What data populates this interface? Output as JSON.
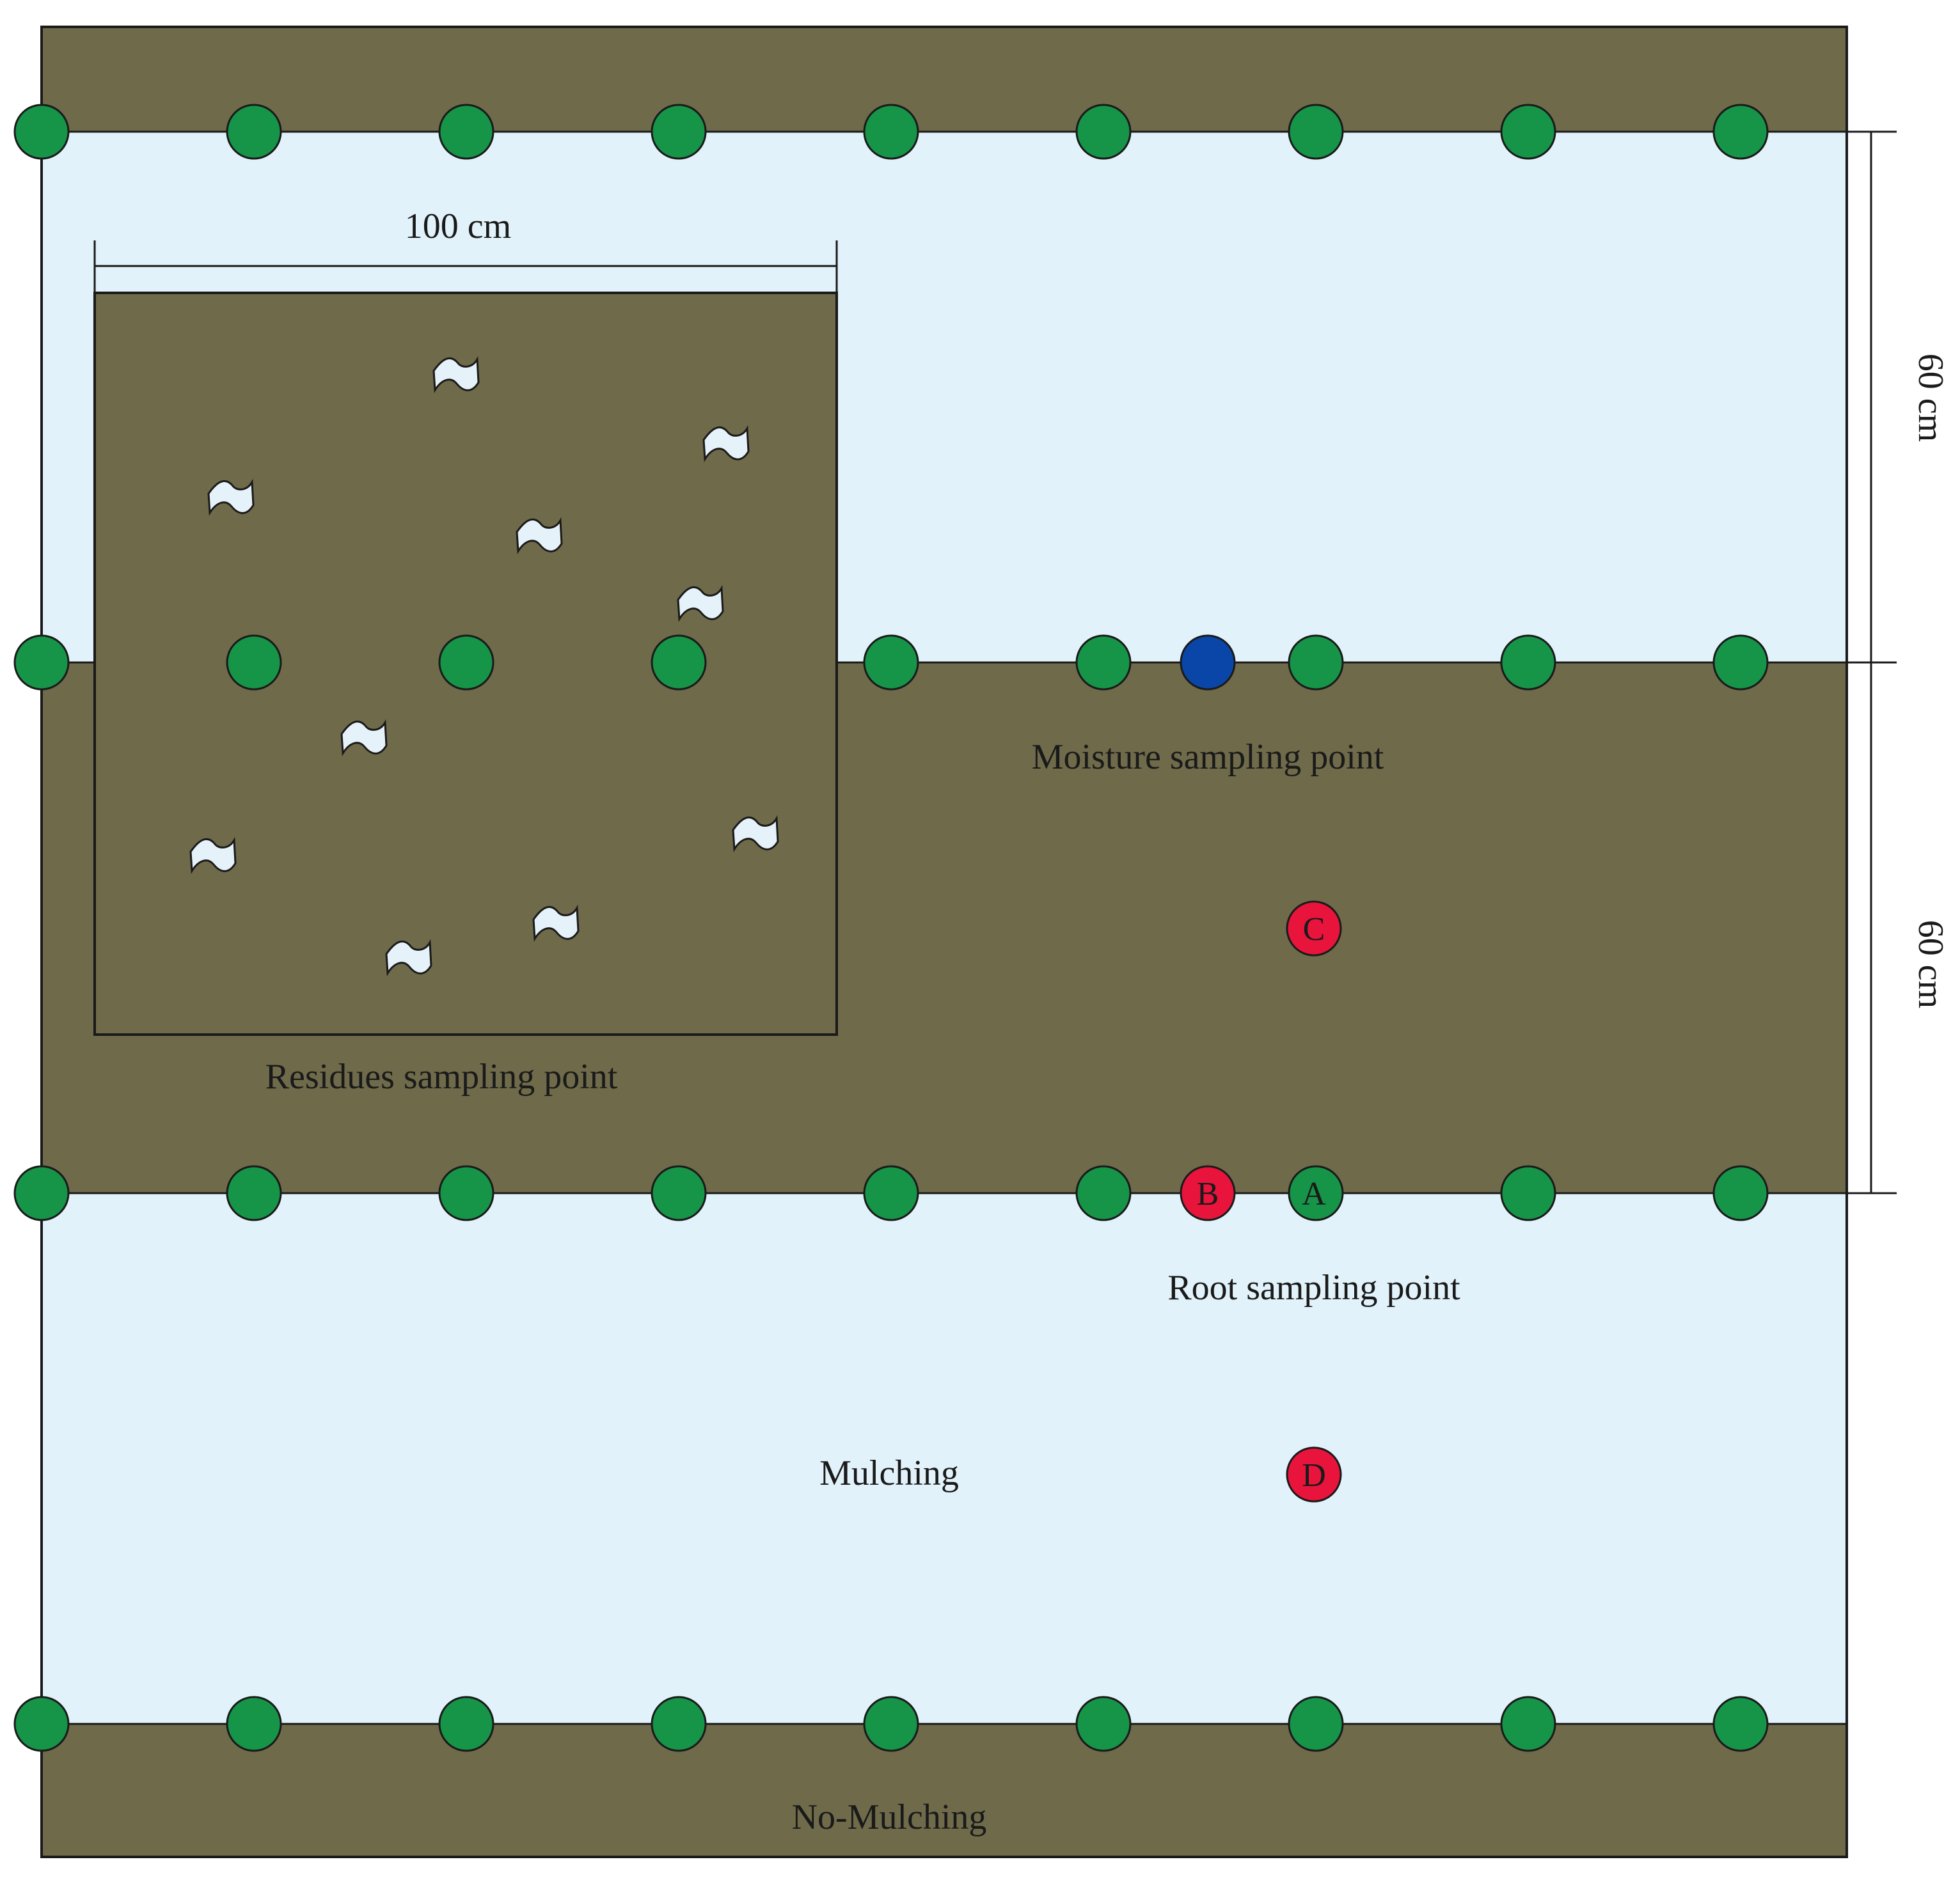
{
  "colors": {
    "soil": "#6e6a4a",
    "mulch": "#e2f2fa",
    "plant": "#169448",
    "moisture_point": "#0a46a8",
    "root_point": "#e8143c",
    "outline": "#1a1a1a",
    "residue": "#e6f2fa"
  },
  "labels": {
    "width_dimension": "100 cm",
    "height_dimension_upper": "60 cm",
    "height_dimension_lower": "60 cm",
    "residues_point": "Residues sampling point",
    "moisture_point": "Moisture sampling point",
    "root_point": "Root sampling point",
    "mulching": "Mulching",
    "no_mulching": "No-Mulching"
  },
  "root_points": [
    "A",
    "B",
    "C",
    "D"
  ]
}
